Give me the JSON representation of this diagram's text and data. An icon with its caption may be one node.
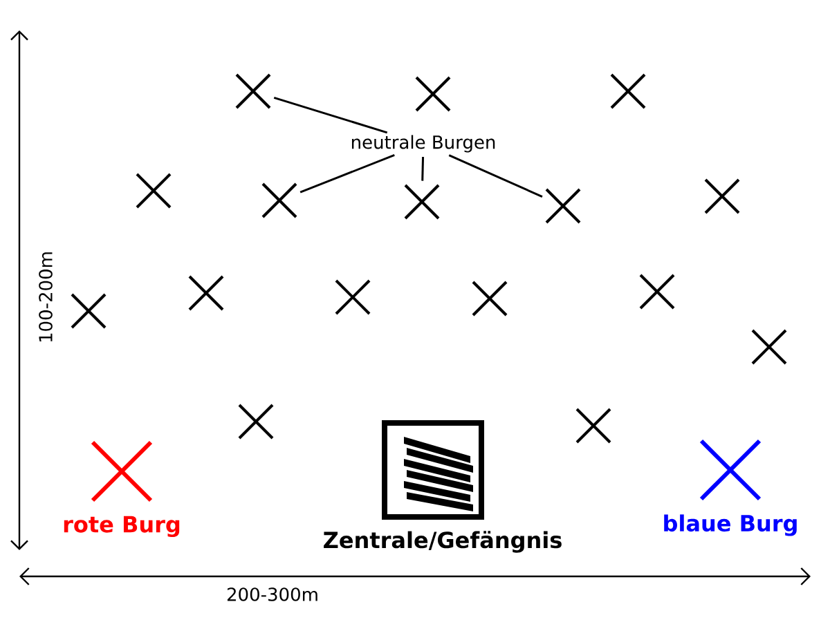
{
  "diagram": {
    "nodes": [
      {
        "text": [],
        "shape": "cross"
      },
      {
        "text": [],
        "shape": "cross"
      },
      {
        "text": [],
        "shape": "cross"
      },
      {
        "text": [],
        "shape": "cross"
      },
      {
        "text": [],
        "shape": "cross"
      },
      {
        "text": [],
        "shape": "cross"
      },
      {
        "text": [],
        "shape": "cross"
      },
      {
        "text": [],
        "shape": "cross"
      },
      {
        "text": [],
        "shape": "cross"
      },
      {
        "text": [],
        "shape": "cross"
      },
      {
        "text": [],
        "shape": "cross"
      },
      {
        "text": [],
        "shape": "cross"
      },
      {
        "text": [],
        "shape": "cross"
      },
      {
        "text": [],
        "shape": "cross"
      },
      {
        "text": [],
        "shape": "cross"
      },
      {
        "text": [],
        "shape": "cross"
      },
      {
        "text": [
          "neutrale Burgen"
        ]
      },
      {
        "text": [
          "rote Burg"
        ]
      },
      {
        "text": [
          "Zentrale/Gefängnis"
        ]
      },
      {
        "text": [
          "blaue Burg"
        ]
      }
    ],
    "edges": [
      {
        "from": 16,
        "to": 0,
        "arrow": "none"
      },
      {
        "from": 16,
        "to": 4,
        "arrow": "none"
      },
      {
        "from": 16,
        "to": 5,
        "arrow": "none"
      },
      {
        "from": 16,
        "to": 6,
        "arrow": "none"
      }
    ],
    "labels": [
      "100-200m",
      "200-300m"
    ]
  }
}
